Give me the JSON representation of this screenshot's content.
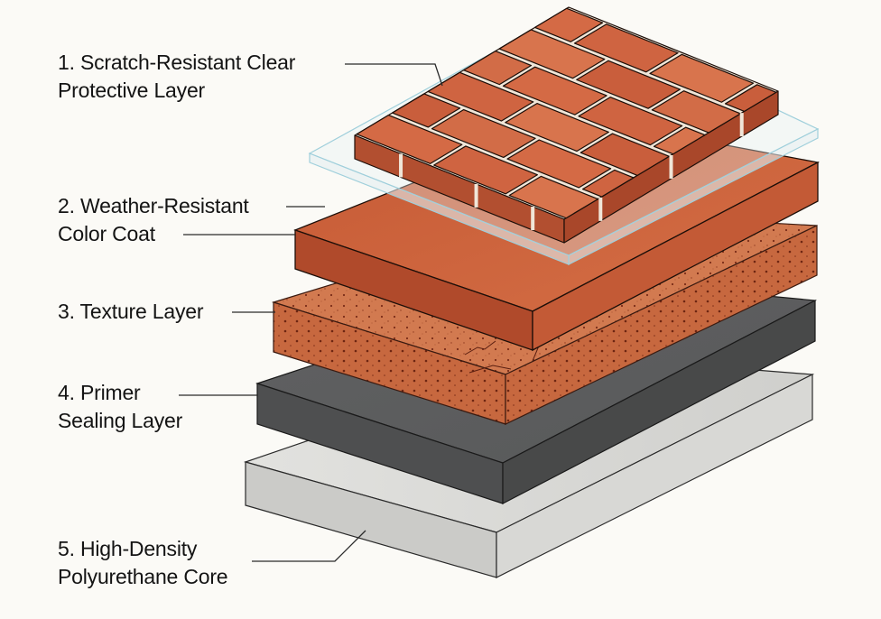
{
  "diagram": {
    "title": "Exploded view of faux brick panel layers",
    "layers": [
      {
        "id": 1,
        "line1": "1. Scratch-Resistant Clear",
        "line2": "Protective Layer",
        "material": "clear-glass",
        "color": "#cfe9f0"
      },
      {
        "id": 2,
        "line1": "2. Weather-Resistant",
        "line2": "Color Coat",
        "material": "terracotta",
        "color": "#c9603a"
      },
      {
        "id": 3,
        "line1": "3. Texture Layer",
        "line2": "",
        "material": "porous-brick",
        "color": "#d07a52"
      },
      {
        "id": 4,
        "line1": "4. Primer",
        "line2": "Sealing Layer",
        "material": "dark-gray",
        "color": "#5a5b5c"
      },
      {
        "id": 5,
        "line1": "5. High-Density",
        "line2": "Polyurethane Core",
        "material": "light-gray",
        "color": "#d6d6d3"
      }
    ],
    "brick": {
      "face": "#d46a45",
      "side": "#b24f30",
      "mortar": "#f0e6d8"
    }
  }
}
